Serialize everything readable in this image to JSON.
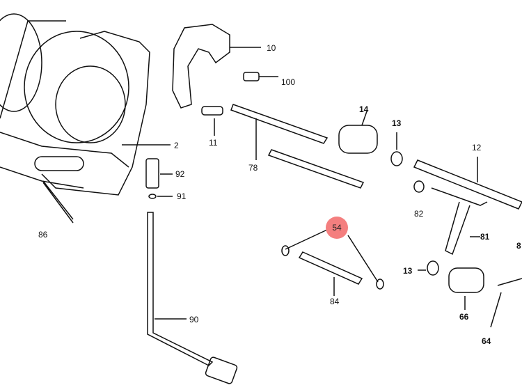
{
  "title": "Carburetor exploded parts diagram",
  "highlight_color": "#f47f7f",
  "highlighted_part": "54",
  "parts": {
    "p10": "10",
    "p100": "100",
    "p2": "2",
    "p92": "92",
    "p91": "91",
    "p11": "11",
    "p78": "78",
    "p14": "14",
    "p13a": "13",
    "p12": "12",
    "p82": "82",
    "p81": "81",
    "p8": "8",
    "p54": "54",
    "p84": "84",
    "p13b": "13",
    "p66": "66",
    "p64": "64",
    "p90": "90",
    "p86": "86"
  }
}
